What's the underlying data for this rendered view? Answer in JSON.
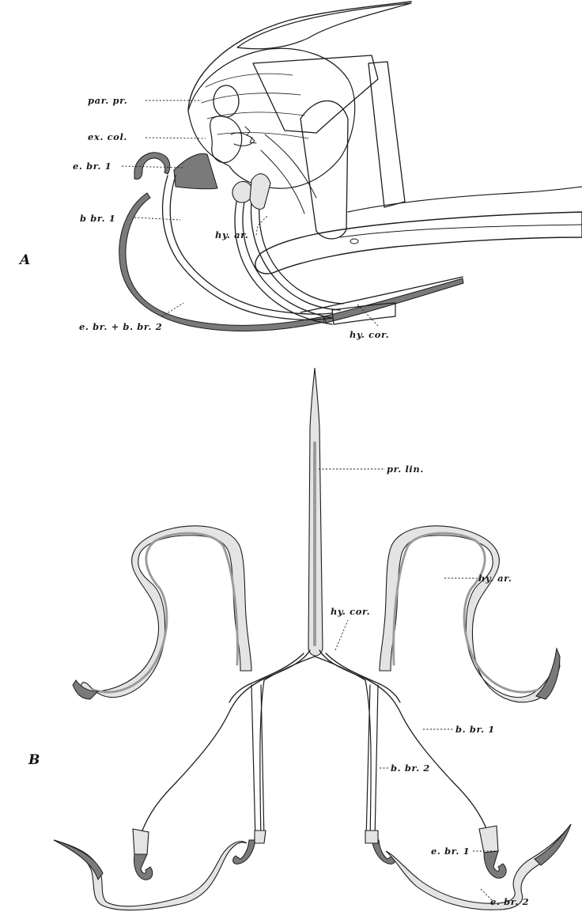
{
  "panels": {
    "a": "A",
    "b": "B"
  },
  "labels_a": {
    "par_pr": "par. pr.",
    "ex_col": "ex. col.",
    "e_br_1": "e. br. 1",
    "b_br_1": "b br. 1",
    "hy_ar": "hy. ar.",
    "e_br_b_br_2": "e. br. + b. br. 2",
    "hy_cor": "hy. cor."
  },
  "labels_b": {
    "pr_lin": "pr. lin.",
    "hy_cor": "hy. cor.",
    "hy_ar": "hy. ar.",
    "b_br_1": "b. br. 1",
    "b_br_2": "b. br. 2",
    "e_br_1": "e. br. 1",
    "e_br_2": "e. br. 2"
  }
}
